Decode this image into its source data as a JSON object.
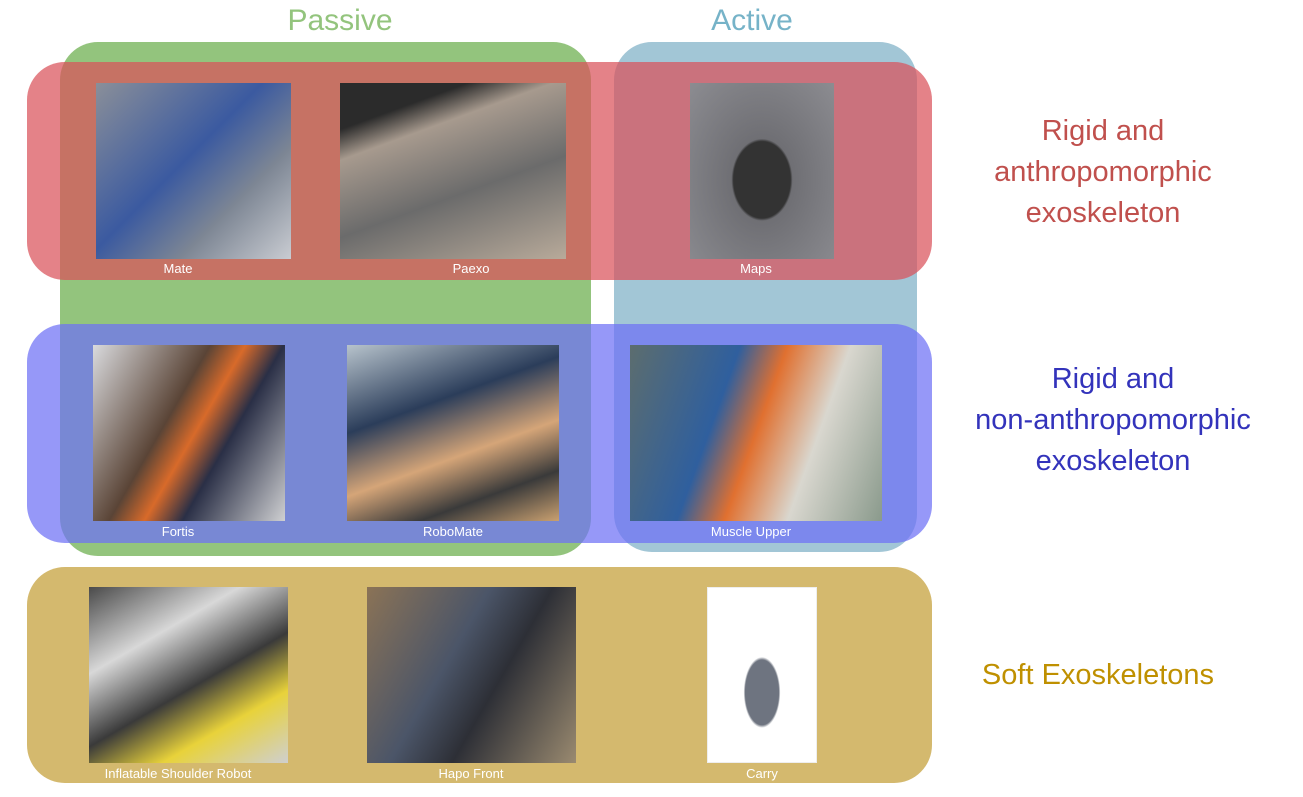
{
  "columns": {
    "passive": "Passive",
    "active": "Active"
  },
  "rows": {
    "rigid_anthro": [
      "Rigid and",
      "anthropomorphic",
      "exoskeleton"
    ],
    "rigid_non_anthro": [
      "Rigid and",
      "non-anthropomorphic",
      "exoskeleton"
    ],
    "soft": "Soft Exoskeletons"
  },
  "devices": {
    "mate": "Mate",
    "paexo": "Paexo",
    "maps": "Maps",
    "fortis": "Fortis",
    "robomate": "RoboMate",
    "muscle_upper": "Muscle Upper",
    "inflatable": "Inflatable Shoulder Robot",
    "hapo": "Hapo Front",
    "carry": "Carry"
  },
  "colors": {
    "passive": "#93c47d",
    "active": "#9fc5d8",
    "rigid_anthro": "#e06666",
    "rigid_non_anthro": "#7b7cf0",
    "soft": "#d4b96e"
  }
}
